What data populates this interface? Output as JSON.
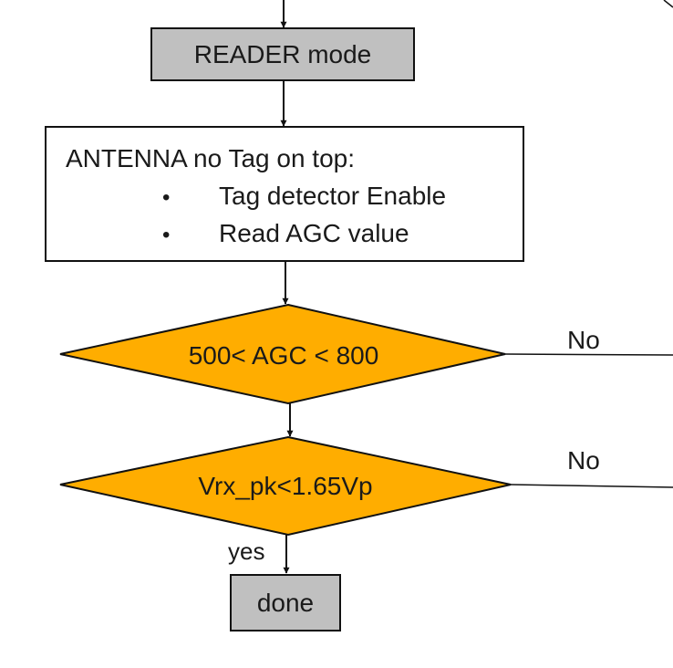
{
  "flowchart": {
    "reader_mode": {
      "label": "READER mode",
      "fill": "#c0c0c0"
    },
    "antenna_box": {
      "title": "ANTENNA no Tag on top:",
      "bullet_glyph": "•",
      "bullets": [
        "Tag detector Enable",
        "Read AGC value"
      ]
    },
    "agc_check": {
      "label": "500< AGC < 800",
      "no_label": "No",
      "fill": "#ffad00"
    },
    "vrx_check": {
      "label": "Vrx_pk<1.65Vp",
      "no_label": "No",
      "yes_label": "yes",
      "fill": "#ffad00"
    },
    "done": {
      "label": "done",
      "fill": "#c0c0c0"
    }
  }
}
